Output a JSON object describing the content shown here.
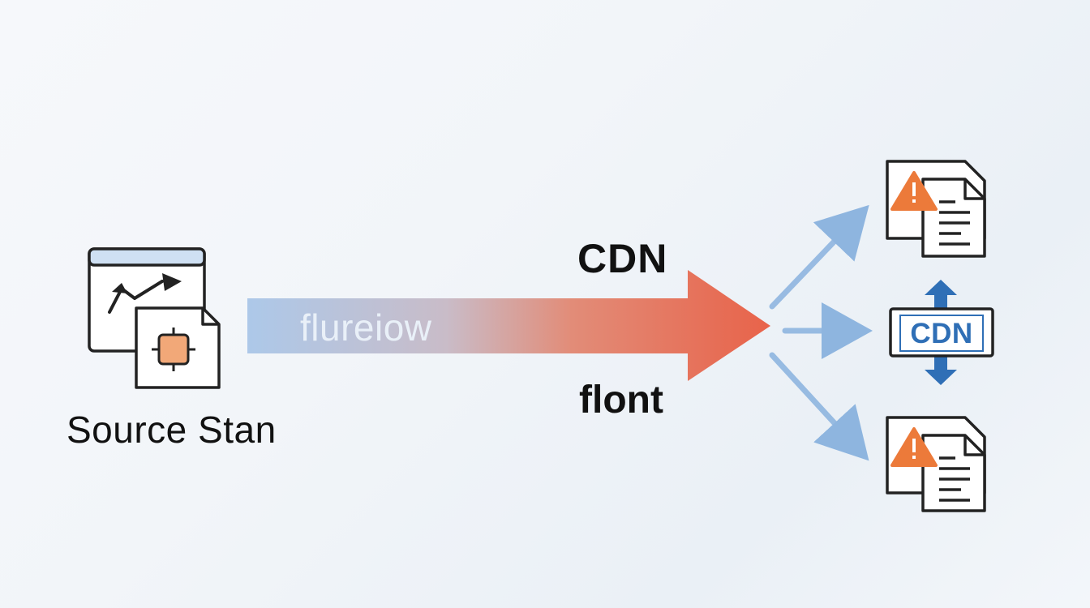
{
  "source": {
    "label": "Source Stan",
    "icon": "browser-chart-icon",
    "overlay_icon": "component-document-icon"
  },
  "flow": {
    "arrow_text": "flureiow",
    "top_label": "CDN",
    "bottom_label": "flont",
    "gradient_start": "#a9c6e8",
    "gradient_end": "#e8634a"
  },
  "targets": [
    {
      "name": "warning-document-top",
      "icon": "warning-document-icon"
    },
    {
      "name": "cdn-box",
      "icon": "cdn-box-icon",
      "text": "CDN"
    },
    {
      "name": "warning-document-bottom",
      "icon": "warning-document-icon"
    }
  ],
  "colors": {
    "warning": "#ec7a3a",
    "cdn_blue": "#2f6fb6",
    "branch_arrow": "#8eb5df",
    "outline": "#222222",
    "component_fill": "#f2a878"
  }
}
